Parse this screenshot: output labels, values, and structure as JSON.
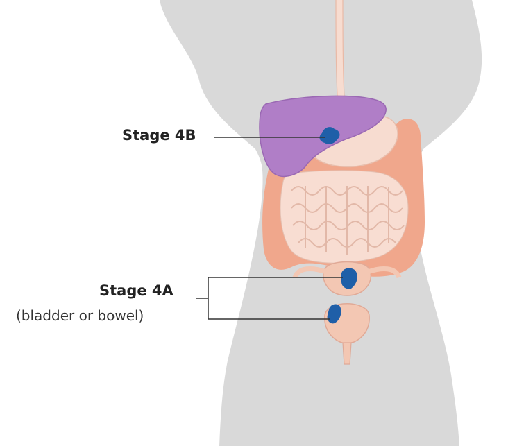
{
  "labels": {
    "stage_4b": "Stage 4B",
    "stage_4a": "Stage 4A",
    "stage_4a_detail": "(bladder or bowel)"
  },
  "colors": {
    "body": "#d9d9d9",
    "liver": "#b07ec7",
    "colon": "#f0a78c",
    "small_intestine": "#f8ddd2",
    "stomach": "#f7dcd0",
    "bladder": "#f3c7b3",
    "tumor": "#1f5fa8",
    "pointer_line": "#333333"
  }
}
